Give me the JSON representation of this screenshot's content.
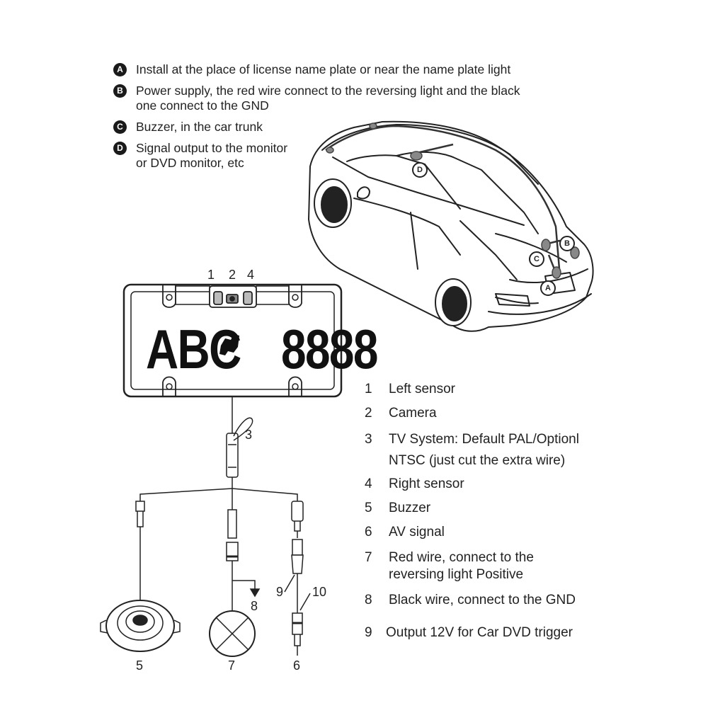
{
  "top_legend": [
    {
      "badge": "A",
      "text": "Install at the place of license name plate or near the name plate light"
    },
    {
      "badge": "B",
      "text": "Power supply, the red wire connect to the reversing light and the black one connect to the GND"
    },
    {
      "badge": "C",
      "text": "Buzzer, in the car trunk"
    },
    {
      "badge": "D",
      "text": "Signal output to the monitor or DVD monitor, etc"
    }
  ],
  "plate": {
    "left": "ABC",
    "right": "8888"
  },
  "plate_markers": [
    "1",
    "2",
    "4"
  ],
  "car_markers": [
    "A",
    "B",
    "C",
    "D"
  ],
  "wiring_labels": {
    "n3": "3",
    "n5": "5",
    "n6": "6",
    "n7": "7",
    "n8": "8",
    "n9": "9",
    "n10": "10"
  },
  "parts_legend": [
    {
      "num": "1",
      "text": "Left sensor"
    },
    {
      "num": "2",
      "text": "Camera"
    },
    {
      "num": "3",
      "text": "TV System: Default PAL/Optionl NTSC (just cut the extra wire)"
    },
    {
      "num": "4",
      "text": "Right sensor"
    },
    {
      "num": "5",
      "text": "Buzzer"
    },
    {
      "num": "6",
      "text": "AV signal"
    },
    {
      "num": "7",
      "text": "Red wire, connect to the reversing light Positive"
    },
    {
      "num": "8",
      "text": "Black wire, connect to the GND"
    },
    {
      "num": "9",
      "text": "Output 12V for Car DVD trigger"
    }
  ]
}
